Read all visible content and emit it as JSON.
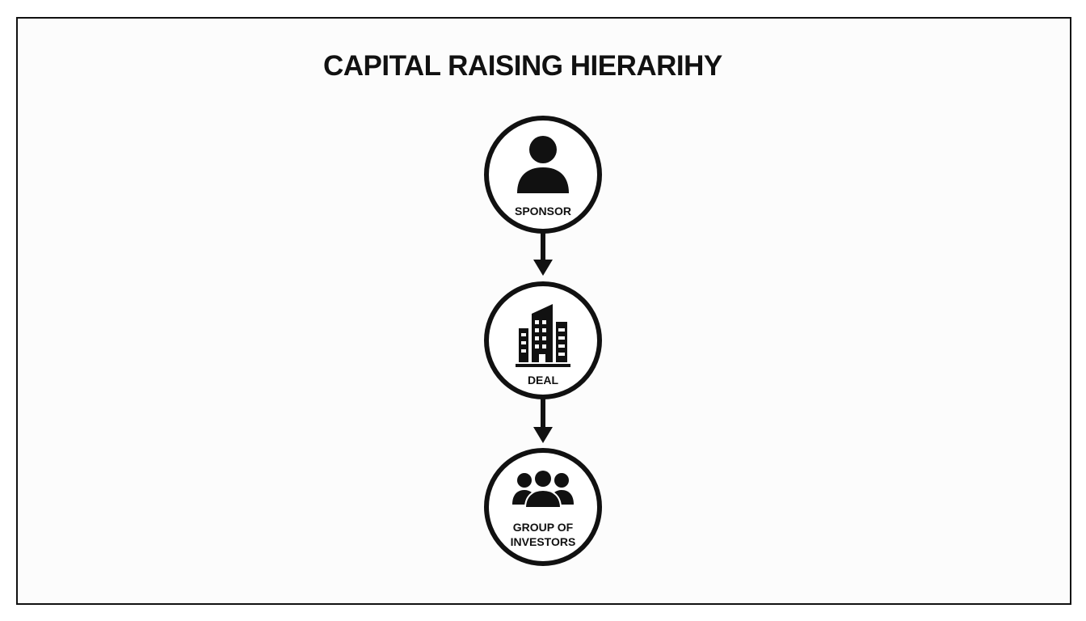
{
  "diagram": {
    "title": "CAPITAL RAISING HIERARIHY",
    "nodes": [
      {
        "id": "sponsor",
        "label": "SPONSOR",
        "icon": "person-icon"
      },
      {
        "id": "deal",
        "label": "DEAL",
        "icon": "building-icon"
      },
      {
        "id": "investors",
        "label_line1": "GROUP OF",
        "label_line2": "INVESTORS",
        "icon": "group-icon"
      }
    ],
    "edges": [
      {
        "from": "sponsor",
        "to": "deal"
      },
      {
        "from": "deal",
        "to": "investors"
      }
    ],
    "colors": {
      "stroke": "#111111",
      "background": "#ffffff"
    }
  }
}
